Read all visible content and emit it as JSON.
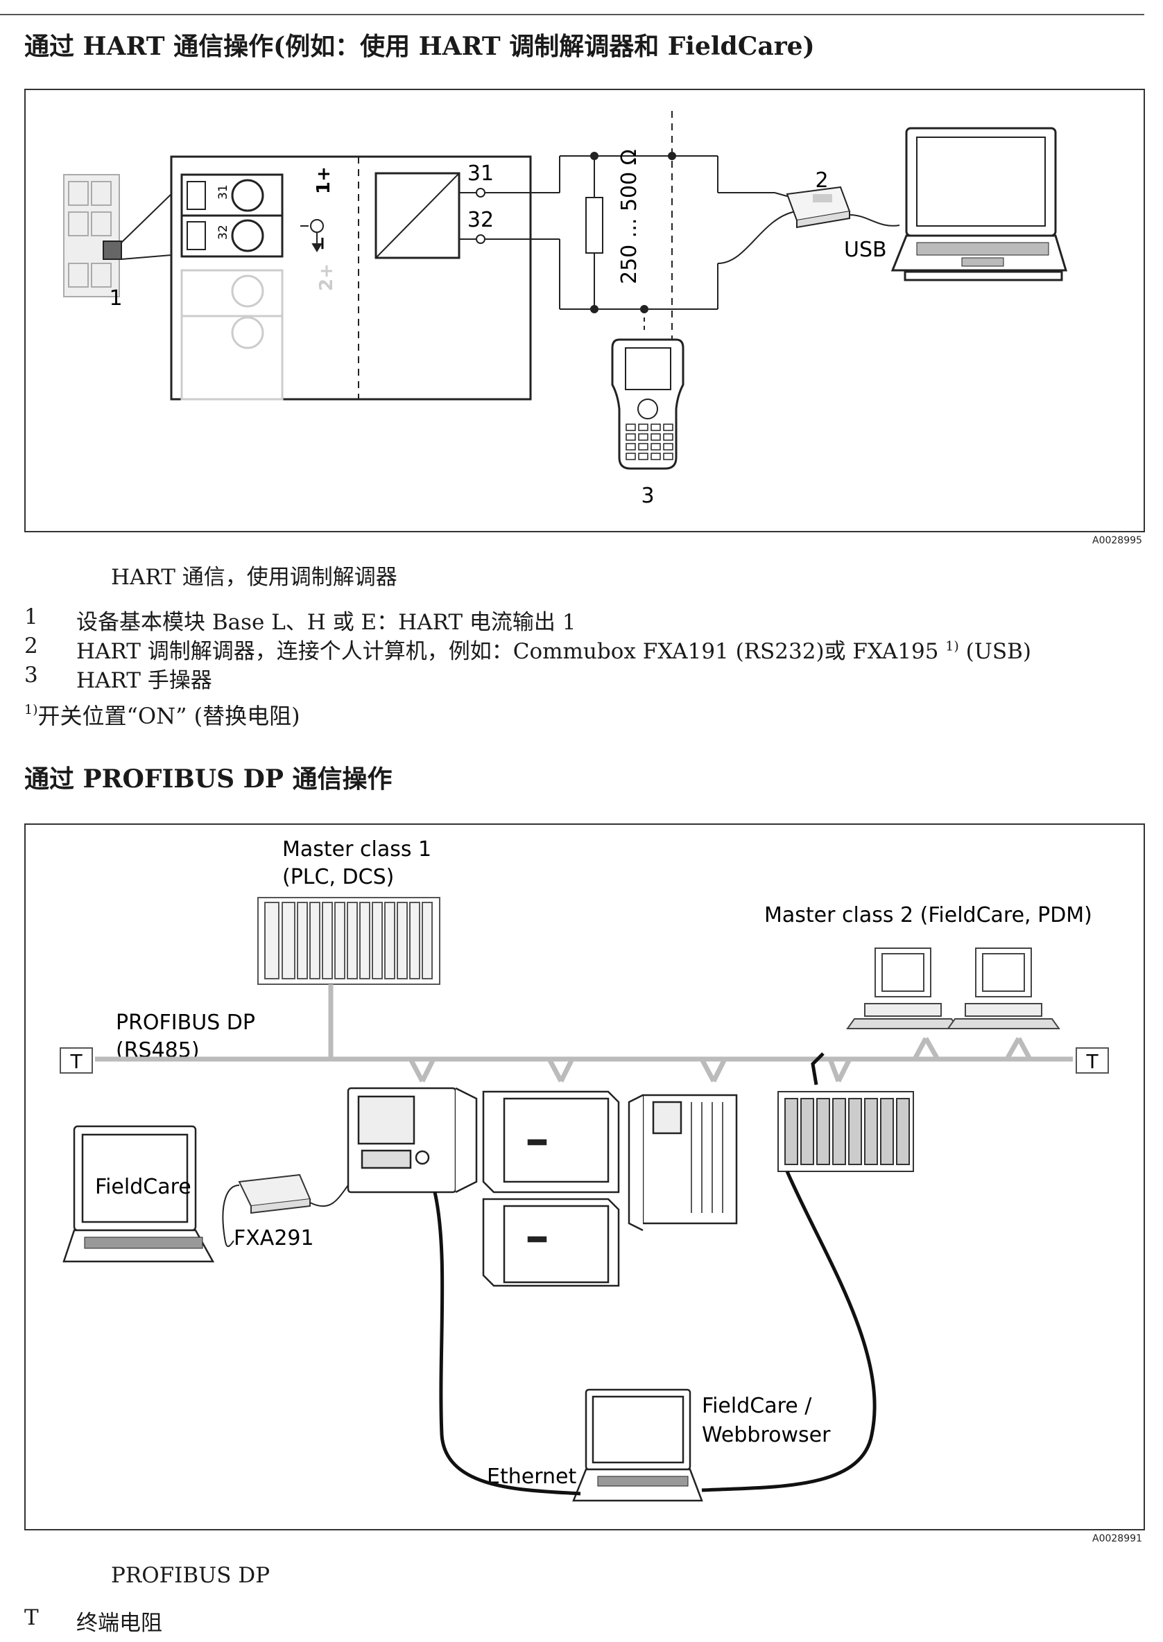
{
  "section1": {
    "heading": "通过 HART 通信操作(例如：使用 HART 调制解调器和 FieldCare)",
    "figure": {
      "code": "A0028995",
      "caption": "HART 通信，使用调制解调器",
      "labels": {
        "term31": "31",
        "term32": "32",
        "term31_small": "31",
        "term32_small": "32",
        "plus1": "1+",
        "minus": "−",
        "plus2": "2+",
        "resistor": "250 ... 500 Ω",
        "usb": "USB",
        "callout1": "1",
        "callout2": "2",
        "callout3": "3"
      }
    },
    "legend": [
      {
        "num": "1",
        "text": "设备基本模块 Base L、H 或 E：HART 电流输出 1"
      },
      {
        "num": "2",
        "text_before": "HART 调制解调器，连接个人计算机，例如：Commubox FXA191 (RS232)或 FXA195 ",
        "sup": "1)",
        "text_after": " (USB)"
      },
      {
        "num": "3",
        "text": "HART 手操器"
      }
    ],
    "footnote": {
      "sup": "1)",
      "text": "开关位置“ON” (替换电阻)"
    }
  },
  "section2": {
    "heading": "通过 PROFIBUS DP 通信操作",
    "figure": {
      "code": "A0028991",
      "caption": "PROFIBUS DP",
      "labels": {
        "master1_line1": "Master class 1",
        "master1_line2": "(PLC, DCS)",
        "master2": "Master class 2 (FieldCare, PDM)",
        "bus_line1": "PROFIBUS DP",
        "bus_line2": "(RS485)",
        "term_left": "T",
        "term_right": "T",
        "fieldcare": "FieldCare",
        "fxa291": "FXA291",
        "ethernet": "Ethernet",
        "webbrowser_line1": "FieldCare /",
        "webbrowser_line2": "Webbrowser"
      }
    },
    "legend": [
      {
        "num": "T",
        "text": "终端电阻"
      }
    ]
  }
}
